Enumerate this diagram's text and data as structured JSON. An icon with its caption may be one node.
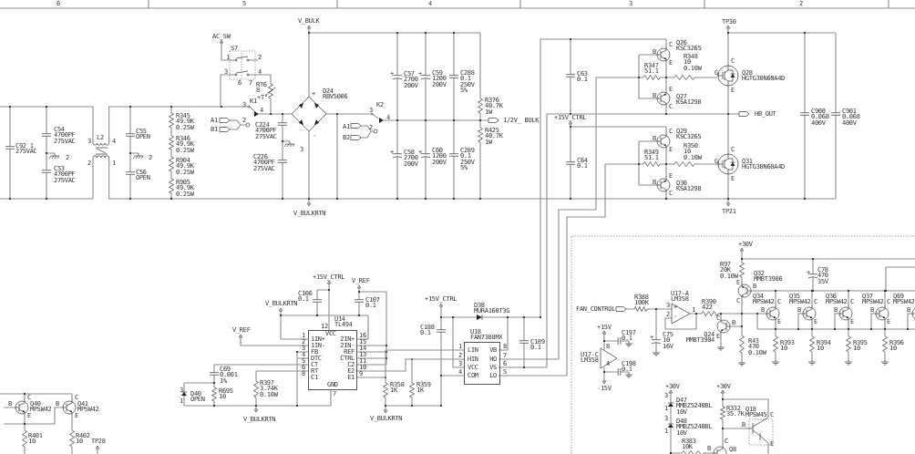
{
  "diagram": {
    "nodes": [
      {
        "text": [
          "U14 TL494",
          "VCC",
          "1IN+",
          "1IN-",
          "FB",
          "DTC",
          "CT",
          "RT",
          "C1",
          "2IN+",
          "2IN-",
          "REF",
          "CTRL",
          "C2",
          "E2",
          "E1",
          "GND"
        ],
        "beside": [
          "12",
          "1",
          "2",
          "3",
          "4",
          "5",
          "6",
          "8",
          "16",
          "15",
          "14",
          "13",
          "11",
          "10",
          "9",
          "7"
        ]
      },
      {
        "text": [
          "U18 FAN7388MX",
          "LIN",
          "HIN",
          "VCC",
          "COM",
          "VB",
          "HO",
          "VS",
          "LO"
        ],
        "beside": [
          "1",
          "2",
          "3",
          "4",
          "8",
          "7",
          "6",
          "5"
        ]
      }
    ],
    "edges": [
      {
        "from": 0,
        "to": 1,
        "arrow": "none"
      },
      {
        "from": 0,
        "to": 1,
        "arrow": "none"
      }
    ],
    "labels": [
      "6",
      "5",
      "4",
      "3",
      "2",
      "V_BULK",
      "AC_SW",
      "S7",
      "1",
      "2",
      "3",
      "4",
      "6",
      "7",
      "RT6 8",
      "+T°",
      "K1",
      "3",
      "4",
      "A1",
      "B1",
      "2",
      "C224 4700PF 275VAC",
      "C226 4700PF 275VAC",
      "3",
      "R345 49.9K 0.25W",
      "R346 49.9K 0.25W",
      "R904 49.9K 0.25W",
      "R905 49.9K 0.25W",
      "C55 OPEN",
      "C56 OPEN",
      "2",
      "L2",
      "3",
      "4",
      "2",
      "1",
      "C54 4700PF 275VAC",
      "C53 4700PF 275VAC",
      "2",
      "C92 1 275VAC",
      "V_BULKRTN",
      "D24 RBV5006",
      "+",
      "-",
      "K2",
      "3",
      "4",
      "A1",
      "B2",
      "2",
      "+",
      "C57 2700 200V",
      "+",
      "C59 1200 200V",
      "C288 0.1 250V 5%",
      "R376 40.7K 1W",
      "1/2V_ BULK",
      "R425 40.7K 1W",
      "+",
      "C58 2700 200V",
      "+",
      "C60 1200 200V",
      "C289 0.1 250V 5%",
      "C63 0.1",
      "+15V_CTRL",
      "C64 0.1",
      "TP30",
      "B",
      "C",
      "Q26 KSC3265",
      "E",
      "R347 51.1",
      "R348 10 0.10W",
      "G",
      "C",
      "Q28 HGTG30N60A4D",
      "E",
      "B",
      "E",
      "Q27 KSA1298",
      "C",
      "HB_OUT",
      "C900 0.068 400V",
      "C901 0.068 400V",
      "B",
      "C",
      "Q29 KSC3265",
      "E",
      "R349 51.1",
      "R350 10 0.10W",
      "G",
      "C",
      "Q31 HGTG30N60A4D",
      "E",
      "B",
      "E",
      "Q30 KSA1298",
      "C",
      "TP21",
      "+15V_CTRL",
      "V_REF",
      "C106 0.1",
      "C107 0.1",
      "V_BULKRTN",
      "V_REF",
      "C69 0.001 1%",
      "3",
      "D40 OPEN",
      "1",
      "R695 10",
      "R397 3.74K 0.10W",
      "V_BULKRTN",
      "+15V_CTRL",
      "D38 MURA160T3G",
      "C188 0.1",
      "C189 0.1",
      "R358 1K",
      "R359 1K",
      "V_BULKRTN",
      "B",
      "C",
      "Q40 MPSW42",
      "E",
      "B",
      "C",
      "Q41 MPSW42",
      "E",
      "R401 10",
      "R402 10",
      "TP28",
      "FAN_CONTROL",
      "R388 100K",
      "U17-A LM358",
      "3",
      "+",
      "1",
      "2",
      "-",
      "R390 422",
      "+30V",
      "R97 20K 0.10W",
      "E",
      "Q32 MMBT3906",
      "B",
      "C",
      "C",
      "B",
      "+",
      "C75 10 16V",
      "Q24 MMBT3904",
      "E",
      "R43 470 0.10W",
      "+15V",
      "C197 0.1",
      "8",
      "U17-C LM358",
      "4",
      "C198 0.1",
      "-15V",
      "+",
      "C78 470 35V",
      "Q34 MPSW42",
      "B",
      "C",
      "E",
      "Q35 MPSW42",
      "B",
      "C",
      "E",
      "Q36 MPSW42",
      "B",
      "C",
      "E",
      "Q37 MPSW42",
      "B",
      "C",
      "E",
      "Q69 MPSW42",
      "B",
      "R393 10",
      "R394 10",
      "R395 10",
      "R396 10",
      "+30V",
      "+30V",
      "3",
      "D47 MMBZ5240BL 10V",
      "1",
      "3",
      "D48 MMBZ5240BL 10V",
      "1",
      "R332 35.7K",
      "Q18 MPSW45",
      "C",
      "B",
      "E",
      "R383 10K",
      "B",
      "C",
      "Q8"
    ]
  }
}
